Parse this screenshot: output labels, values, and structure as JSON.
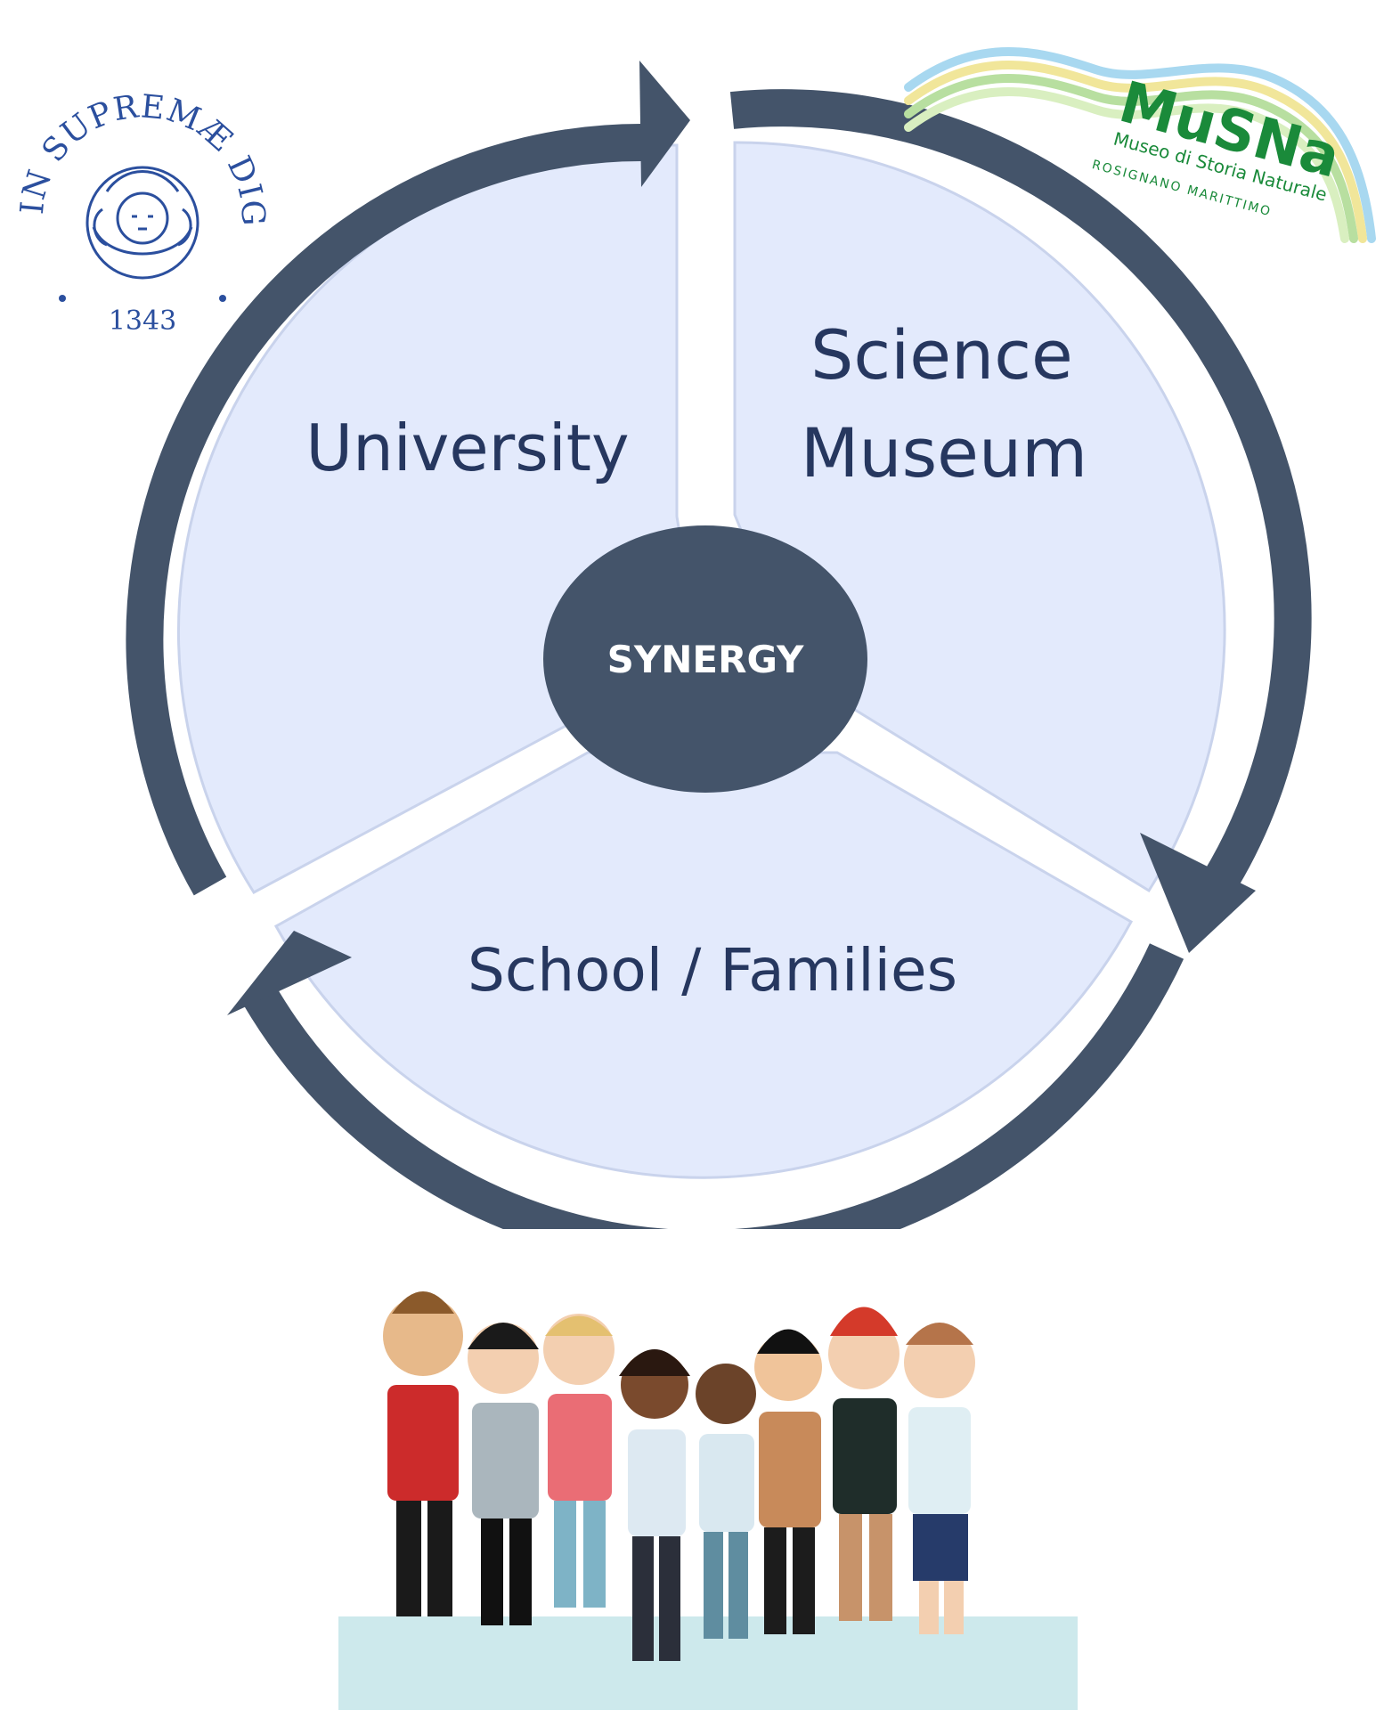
{
  "segments": [
    {
      "id": "university",
      "lines": [
        "University"
      ]
    },
    {
      "id": "science-museum",
      "lines": [
        "Science",
        "Museum"
      ]
    },
    {
      "id": "school-families",
      "lines": [
        "School / Families"
      ]
    }
  ],
  "hub": {
    "label": "SYNERGY"
  },
  "logos": {
    "unipi": {
      "motto": "IN SUPREMÆ DIGNITATIS",
      "year": "1343"
    },
    "musna": {
      "name": "MuSNa",
      "subtitle": "Museo di Storia Naturale",
      "place": "ROSIGNANO MARITTIMO"
    }
  },
  "colors": {
    "ring": "#44546a",
    "segment_fill": "#e3eafc",
    "text": "#26375f",
    "hub": "#44546a",
    "unipi_blue": "#2b4f9e",
    "musna_green": "#1a8a3a"
  },
  "icons": {
    "people": "group-of-people-illustration"
  }
}
